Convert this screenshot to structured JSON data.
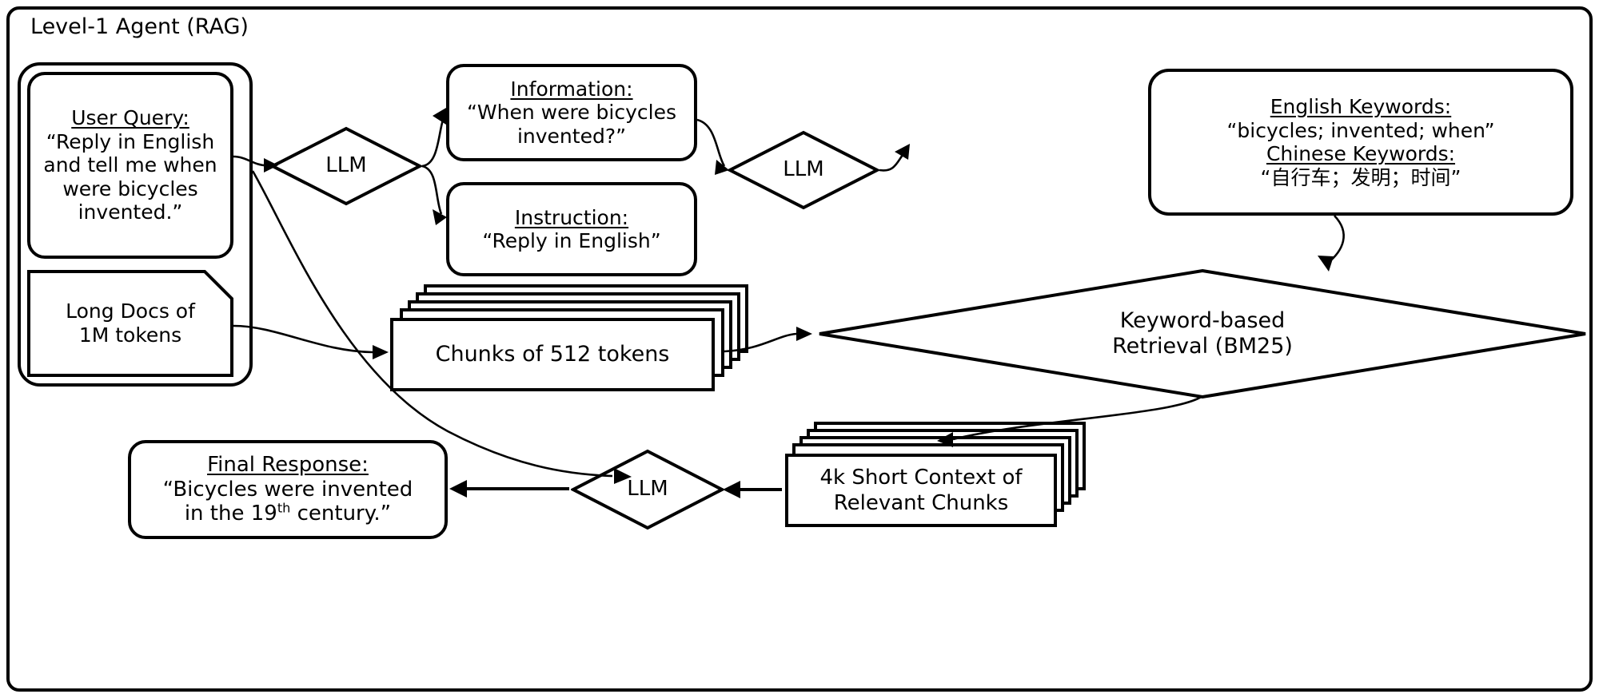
{
  "diagram": {
    "title": "Level-1 Agent (RAG)",
    "type": "flowchart",
    "stroke_color": "#000000",
    "background_color": "#ffffff"
  },
  "nodes": {
    "user_query": {
      "header": "User Query:",
      "body": "“Reply in English and tell me when were bicycles invented.”",
      "shape": "rounded-rect"
    },
    "long_docs": {
      "line1": "Long Docs of",
      "line2": "1M tokens",
      "shape": "document"
    },
    "llm_1": {
      "label": "LLM",
      "shape": "diamond"
    },
    "information": {
      "header": "Information:",
      "body": "“When were bicycles invented?”",
      "shape": "rounded-rect"
    },
    "instruction": {
      "header": "Instruction:",
      "body": "“Reply in English”",
      "shape": "rounded-rect"
    },
    "llm_2": {
      "label": "LLM",
      "shape": "diamond"
    },
    "keywords": {
      "header_en": "English Keywords:",
      "body_en": "“bicycles; invented; when”",
      "header_zh": "Chinese Keywords:",
      "body_zh": "“自行车；发明；时间”",
      "shape": "rounded-rect"
    },
    "chunks": {
      "label": "Chunks of 512 tokens",
      "shape": "stacked-cards"
    },
    "retrieval": {
      "line1": "Keyword-based",
      "line2": "Retrieval (BM25)",
      "shape": "diamond"
    },
    "short_context": {
      "line1": "4k Short Context of",
      "line2": "Relevant Chunks",
      "shape": "stacked-cards"
    },
    "llm_3": {
      "label": "LLM",
      "shape": "diamond"
    },
    "final_response": {
      "header": "Final Response:",
      "body_line1": "“Bicycles were invented",
      "body_line2_pre": "in the 19",
      "body_line2_sup": "th",
      "body_line2_post": " century.”",
      "shape": "rounded-rect"
    }
  },
  "edges": [
    {
      "from": "user_query",
      "to": "llm_1"
    },
    {
      "from": "llm_1",
      "to": "information"
    },
    {
      "from": "llm_1",
      "to": "instruction"
    },
    {
      "from": "information",
      "to": "llm_2"
    },
    {
      "from": "llm_2",
      "to": "keywords"
    },
    {
      "from": "keywords",
      "to": "retrieval"
    },
    {
      "from": "long_docs",
      "to": "chunks"
    },
    {
      "from": "chunks",
      "to": "retrieval"
    },
    {
      "from": "retrieval",
      "to": "short_context"
    },
    {
      "from": "short_context",
      "to": "llm_3"
    },
    {
      "from": "instruction",
      "to": "llm_3"
    },
    {
      "from": "llm_3",
      "to": "final_response"
    }
  ]
}
